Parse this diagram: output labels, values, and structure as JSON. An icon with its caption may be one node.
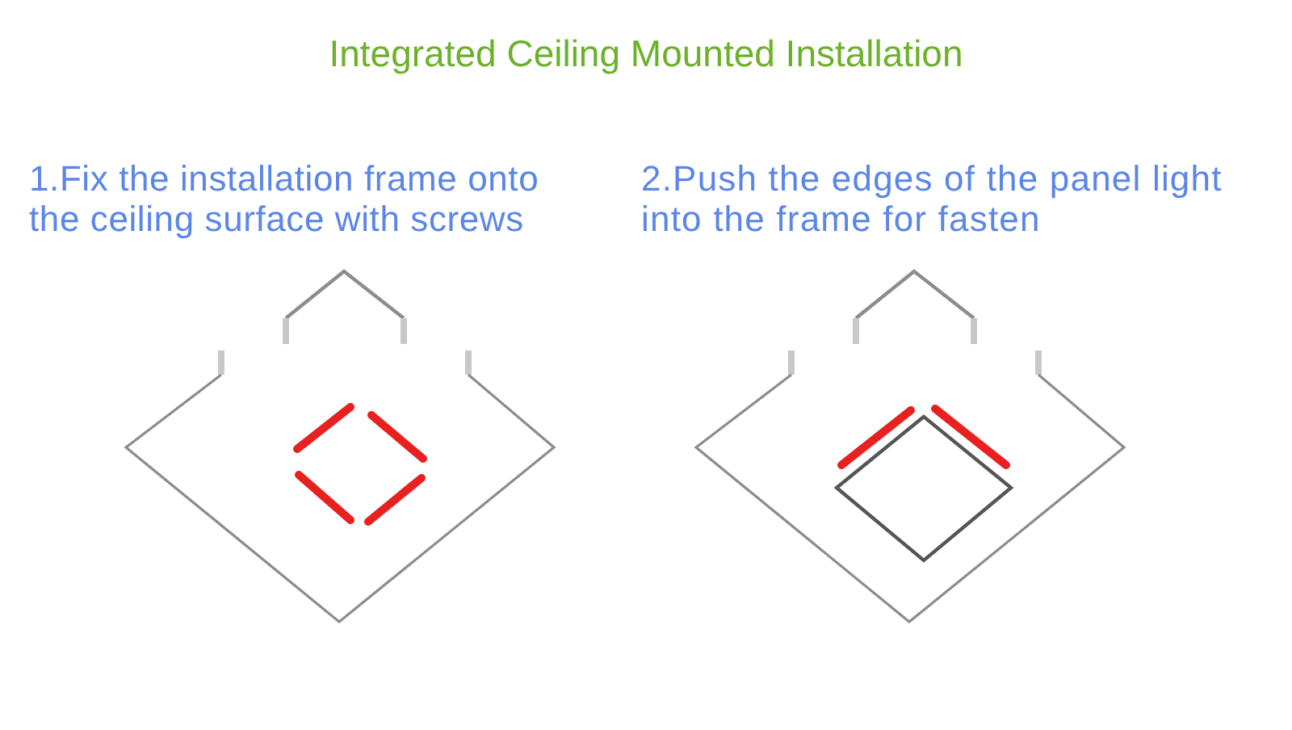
{
  "diagram": {
    "title": "Integrated Ceiling Mounted Installation",
    "labels": [
      "1.Fix the installation frame onto the ceiling surface with screws",
      "2.Push the edges of the panel light into the frame for fasten"
    ]
  }
}
